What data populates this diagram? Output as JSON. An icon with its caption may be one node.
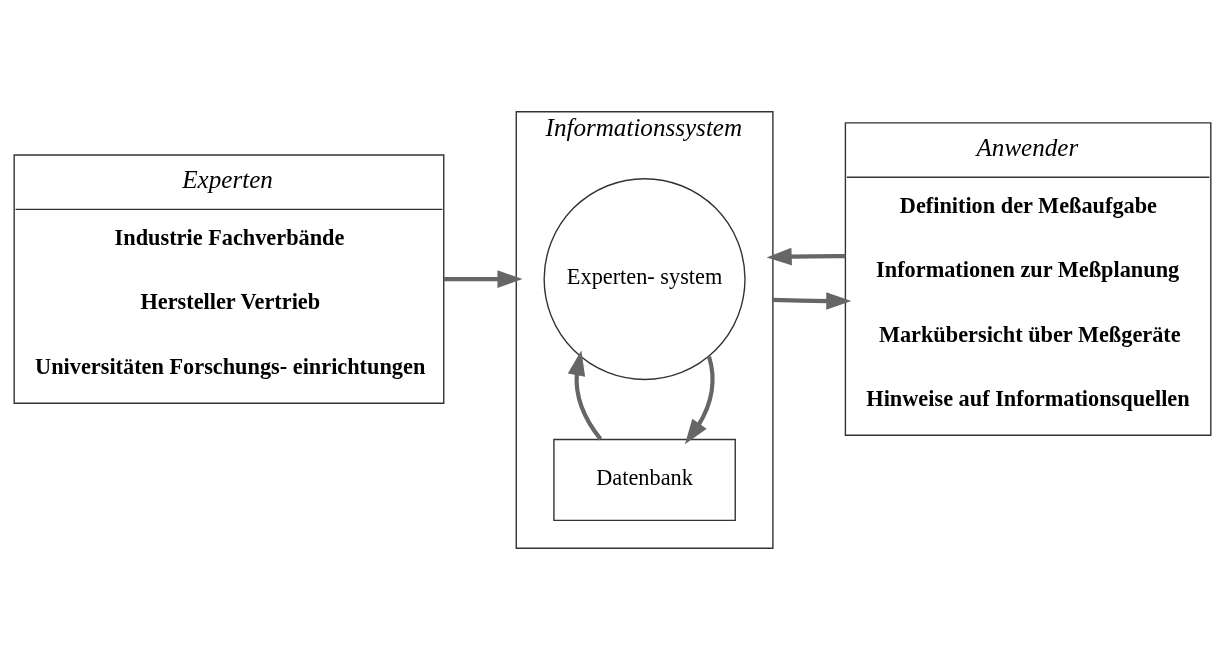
{
  "diagram": {
    "nodes": [
      {
        "text": [
          "Experten",
          "Industrie Fachverbände",
          "Hersteller Vertrieb",
          "Universitäten Forschungs- einrichtungen"
        ]
      },
      {
        "text": [
          "Informationssystem"
        ]
      },
      {
        "text": [
          "Experten- system"
        ],
        "in": 1
      },
      {
        "text": [
          "Datenbank"
        ],
        "in": 1
      },
      {
        "text": [
          "Anwender",
          "Definition der Meßaufgabe",
          "Informationen zur Meßplanung",
          "Markübersicht über Meßgeräte",
          "Hinweise auf Informationsquellen"
        ]
      }
    ],
    "edges": [
      {
        "from": 0,
        "to": 1,
        "arrow": "to"
      },
      {
        "from": 1,
        "to": 4,
        "arrow": "to"
      },
      {
        "from": 4,
        "to": 1,
        "arrow": "to"
      },
      {
        "from": 2,
        "to": 3,
        "arrow": "to"
      },
      {
        "from": 3,
        "to": 2,
        "arrow": "to"
      }
    ]
  }
}
